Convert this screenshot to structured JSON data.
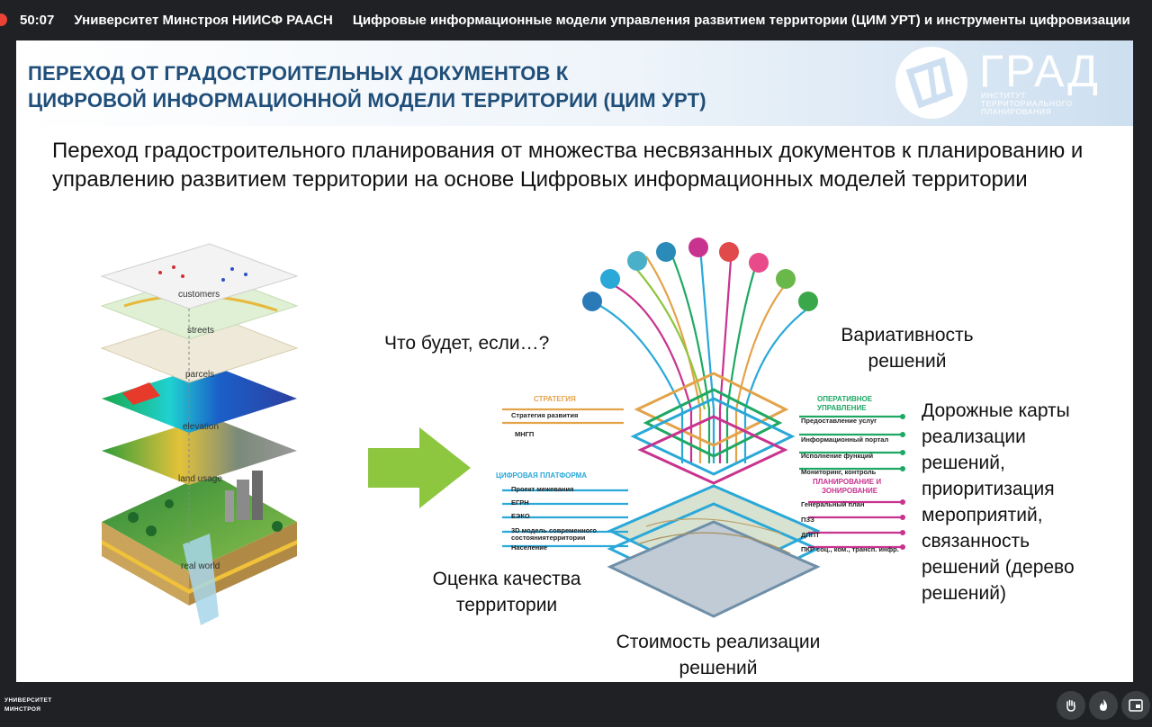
{
  "meet": {
    "timer": "50:07",
    "meeting_name": "Университет Минстроя НИИСФ РААСН",
    "topic": "Цифровые информационные модели управления развитием территории (ЦИМ УРТ) и инструменты цифровизации"
  },
  "slide": {
    "title_line1": "ПЕРЕХОД ОТ ГРАДОСТРОИТЕЛЬНЫХ ДОКУМЕНТОВ К",
    "title_line2": "ЦИФРОВОЙ ИНФОРМАЦИОННОЙ МОДЕЛИ ТЕРРИТОРИИ (ЦИМ УРТ)",
    "logo_main": "ГРАД",
    "logo_sub": "ИНСТИТУТ ТЕРРИТОРИАЛЬНОГО ПЛАНИРОВАНИЯ",
    "lead": "Переход градостроительного планирования от множества несвязанных документов к планированию и управлению развитием территории на основе Цифровых информационных моделей территории",
    "layers": {
      "customers": "customers",
      "streets": "streets",
      "parcels": "parcels",
      "elevation": "elevation",
      "land_usage": "land usage",
      "real_world": "real world"
    },
    "labels": {
      "what_if": "Что будет, если…?",
      "variability_1": "Вариативность",
      "variability_2": "решений",
      "quality_1": "Оценка качества",
      "quality_2": "территории",
      "cost_1": "Стоимость реализации",
      "cost_2": "решений",
      "roadmap_1": "Дорожные карты",
      "roadmap_2": "реализации",
      "roadmap_3": "решений,",
      "roadmap_4": "приоритизация",
      "roadmap_5": "мероприятий,",
      "roadmap_6": "связанность",
      "roadmap_7": "решений (дерево",
      "roadmap_8": "решений)"
    },
    "strategy": {
      "header": "СТРАТЕГИЯ",
      "items": [
        "Стратегия развития",
        "МНГП"
      ]
    },
    "platform": {
      "header": "ЦИФРОВАЯ ПЛАТФОРМА",
      "items": [
        "Проект межевания",
        "ЕГРН",
        "ЕЭКО",
        "3D модель современного",
        "состояниятерритории",
        "Население"
      ]
    },
    "operational": {
      "header_1": "ОПЕРАТИВНОЕ",
      "header_2": "УПРАВЛЕНИЕ",
      "items": [
        "Предоставление услуг",
        "Информационный портал",
        "Исполнение функций",
        "Мониторинг, контроль"
      ]
    },
    "zoning": {
      "header_1": "ПЛАНИРОВАНИЕ И",
      "header_2": "ЗОНИРОВАНИЕ",
      "items": [
        "Генеральный план",
        "ПЗЗ",
        "ДППТ",
        "ПКР соц., ком., трансп. инфр."
      ]
    }
  },
  "bottom": {
    "brand_1": "УНИВЕРСИТЕТ",
    "brand_2": "МИНСТРОЯ"
  },
  "colors": {
    "title": "#1f4e79",
    "arrow": "#8dc63f",
    "strategy": "#e3a34a",
    "platform": "#2aa8d8",
    "operational": "#1ea864",
    "zoning": "#c8338f"
  }
}
